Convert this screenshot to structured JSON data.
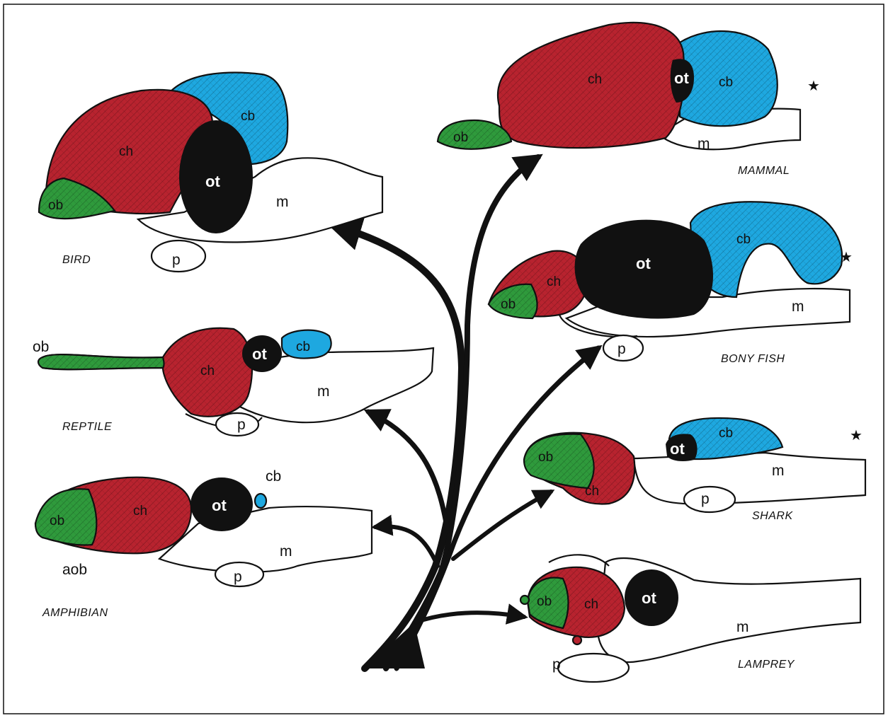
{
  "colors": {
    "cerebral_hemisphere": "#b8232f",
    "olfactory_bulb": "#2f9a3c",
    "cerebellum": "#1ea8e0",
    "optic_tectum": "#111111",
    "hindbrain": "#ffffff",
    "tree": "#111111"
  },
  "labels": {
    "ob": "ob",
    "ch": "ch",
    "ot": "ot",
    "cb": "cb",
    "m": "m",
    "p": "p",
    "aob": "aob"
  },
  "marker": "★",
  "species": {
    "bird": "BIRD",
    "reptile": "REPTILE",
    "amphibian": "AMPHIBIAN",
    "mammal": "MAMMAL",
    "bony_fish": "BONY FISH",
    "shark": "SHARK",
    "lamprey": "LAMPREY"
  },
  "starred": [
    "mammal",
    "bony_fish",
    "shark"
  ]
}
